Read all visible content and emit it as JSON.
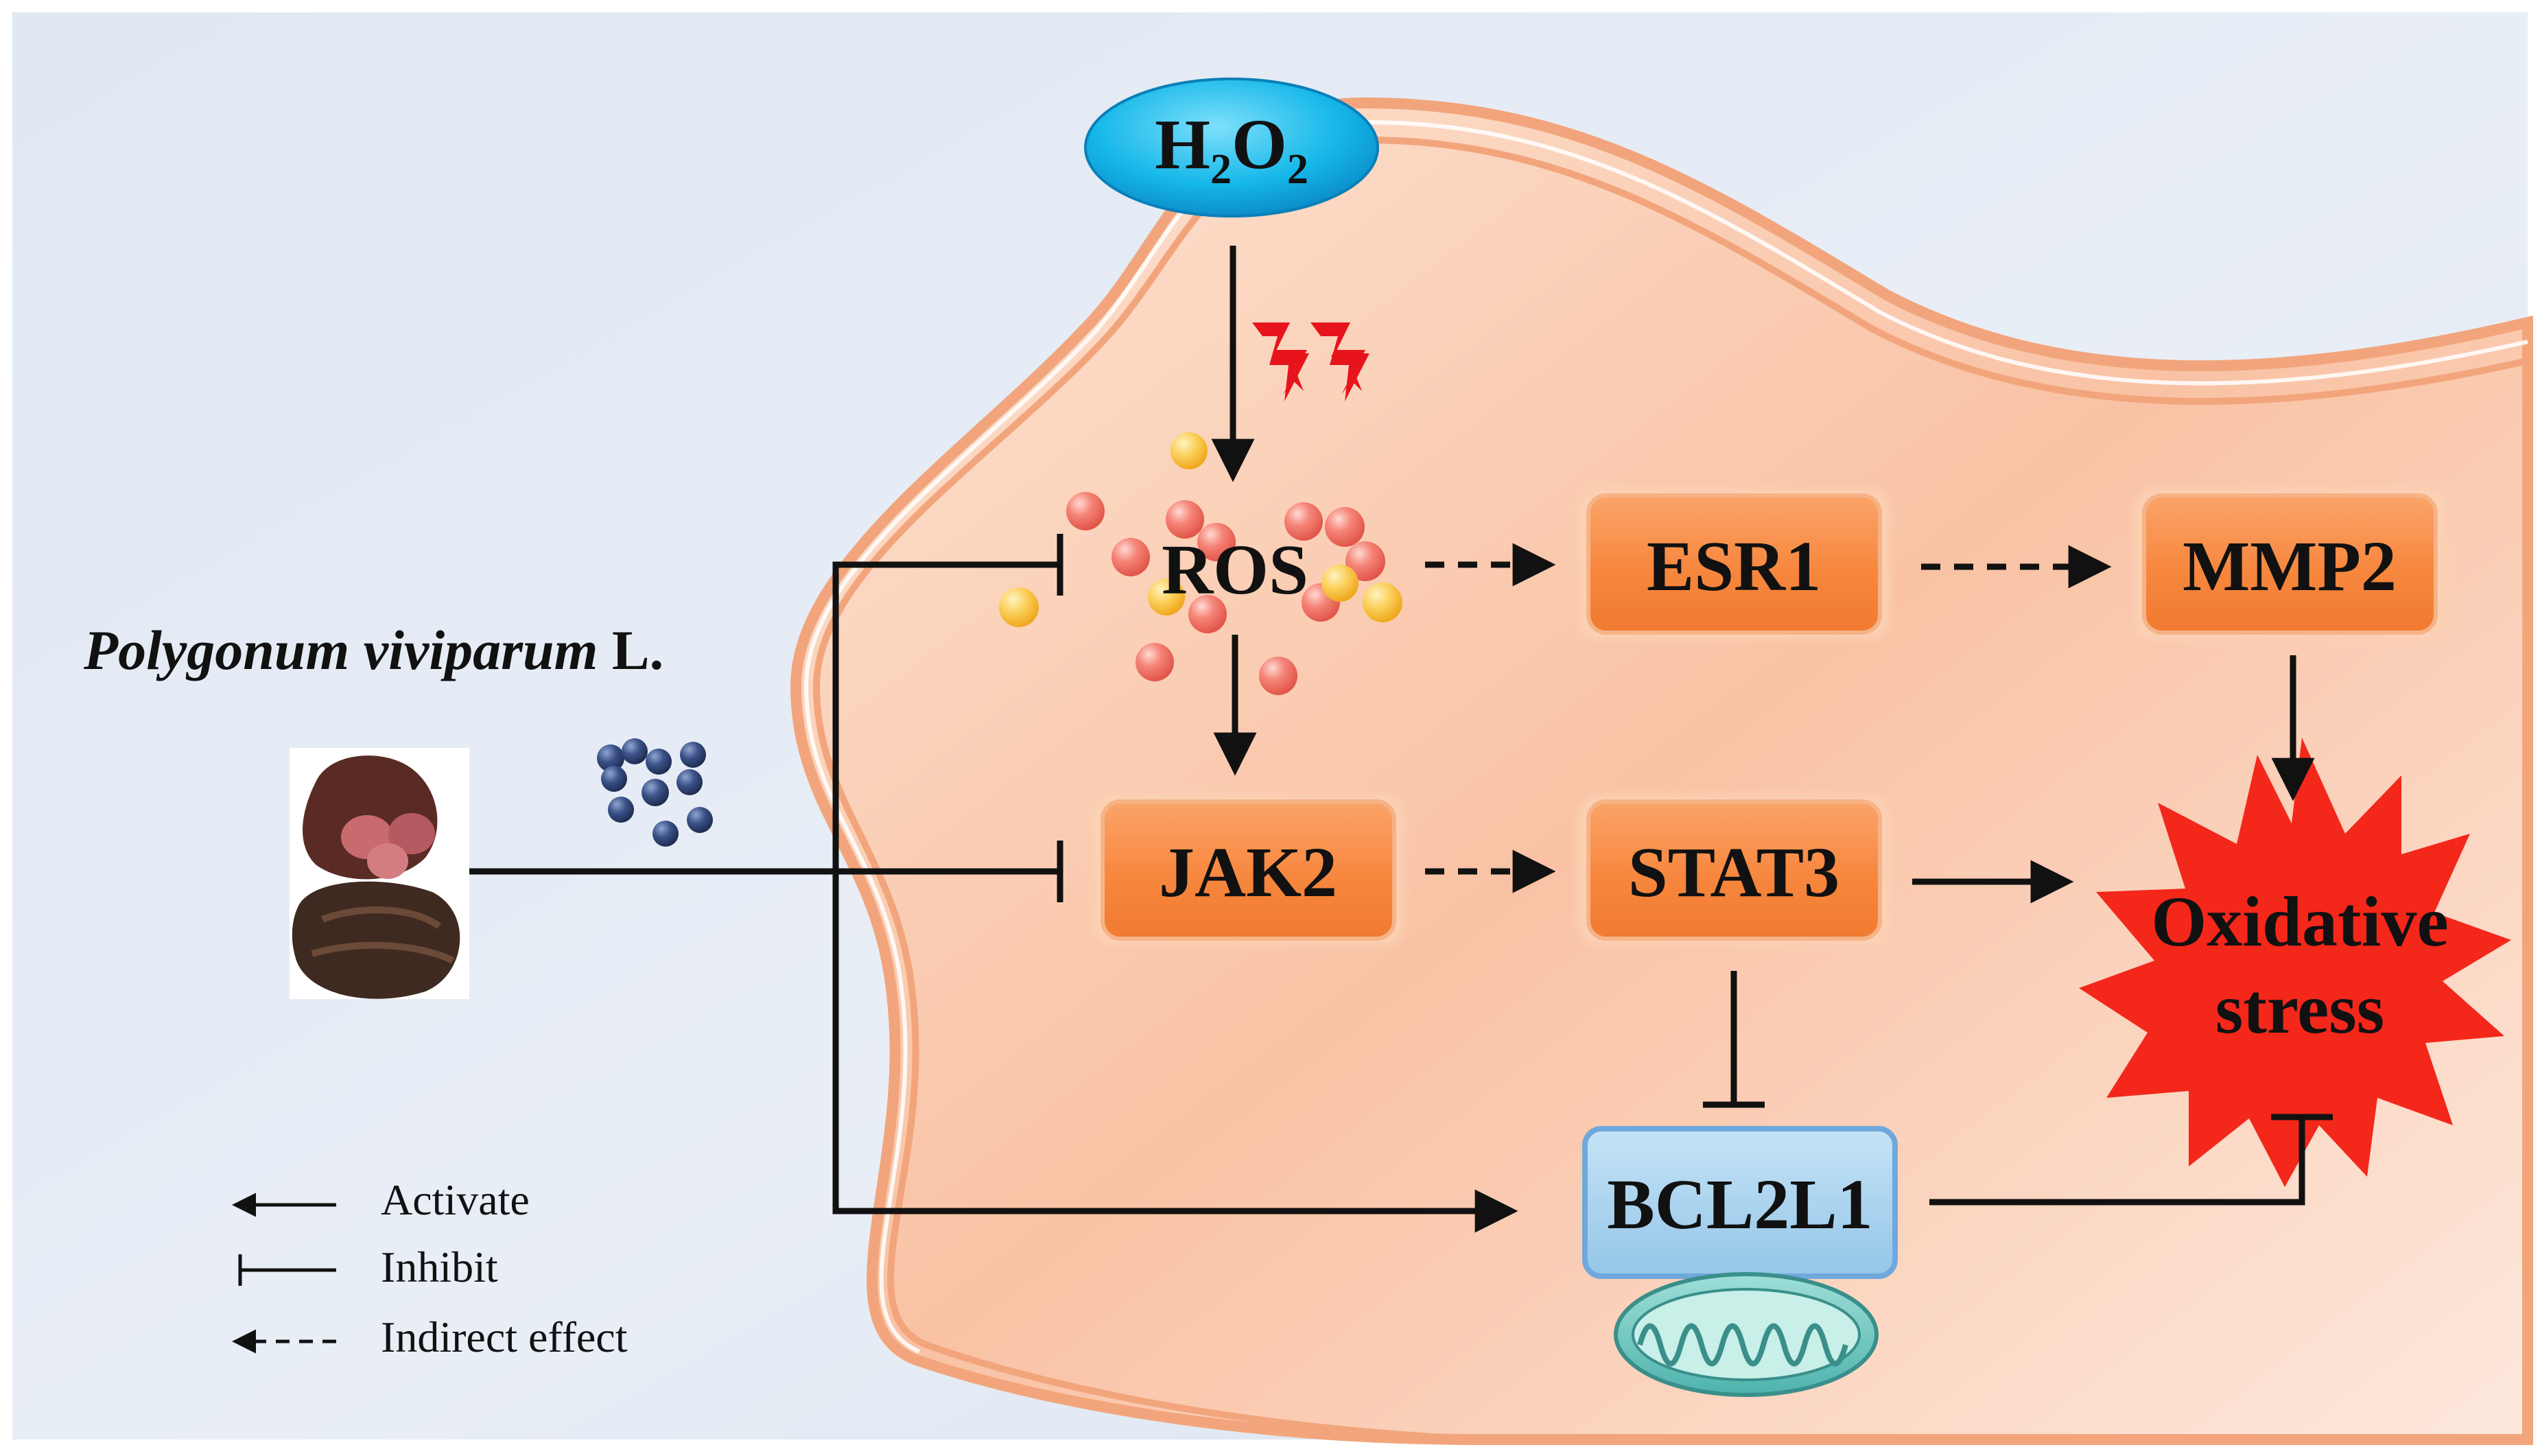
{
  "diagram": {
    "stimulus": {
      "label_main": "H",
      "sub1": "2",
      "mid": "O",
      "sub2": "2"
    },
    "plant": {
      "name_italic": "Polygonum viviparum",
      "name_suffix": " L."
    },
    "nodes": {
      "ros": "ROS",
      "esr1": "ESR1",
      "mmp2": "MMP2",
      "jak2": "JAK2",
      "stat3": "STAT3",
      "bcl2l1": "BCL2L1",
      "stress_line1": "Oxidative",
      "stress_line2": "stress"
    },
    "legend": {
      "activate": "Activate",
      "inhibit": "Inhibit",
      "indirect": "Indirect effect"
    },
    "icons": [
      "lightning-icon",
      "mitochondrion-icon",
      "herb-photo-icon",
      "molecule-beads-icon",
      "ros-particles-icon",
      "starburst-icon"
    ],
    "colors": {
      "cell_fill": "#f9c4a6",
      "cell_border": "#f2a57c",
      "node_fill": "#f78f48",
      "node_glow": "#fcd2b4",
      "bcl_fill": "#a9d4ee",
      "bcl_border": "#6fa8dc",
      "h2o2_fill": "#12b6e8",
      "stress_fill": "#f4271b",
      "lightning": "#e8141c",
      "ros_pink": "#f2776c",
      "ros_yellow": "#f8c542",
      "beads": "#2b3f70"
    }
  }
}
